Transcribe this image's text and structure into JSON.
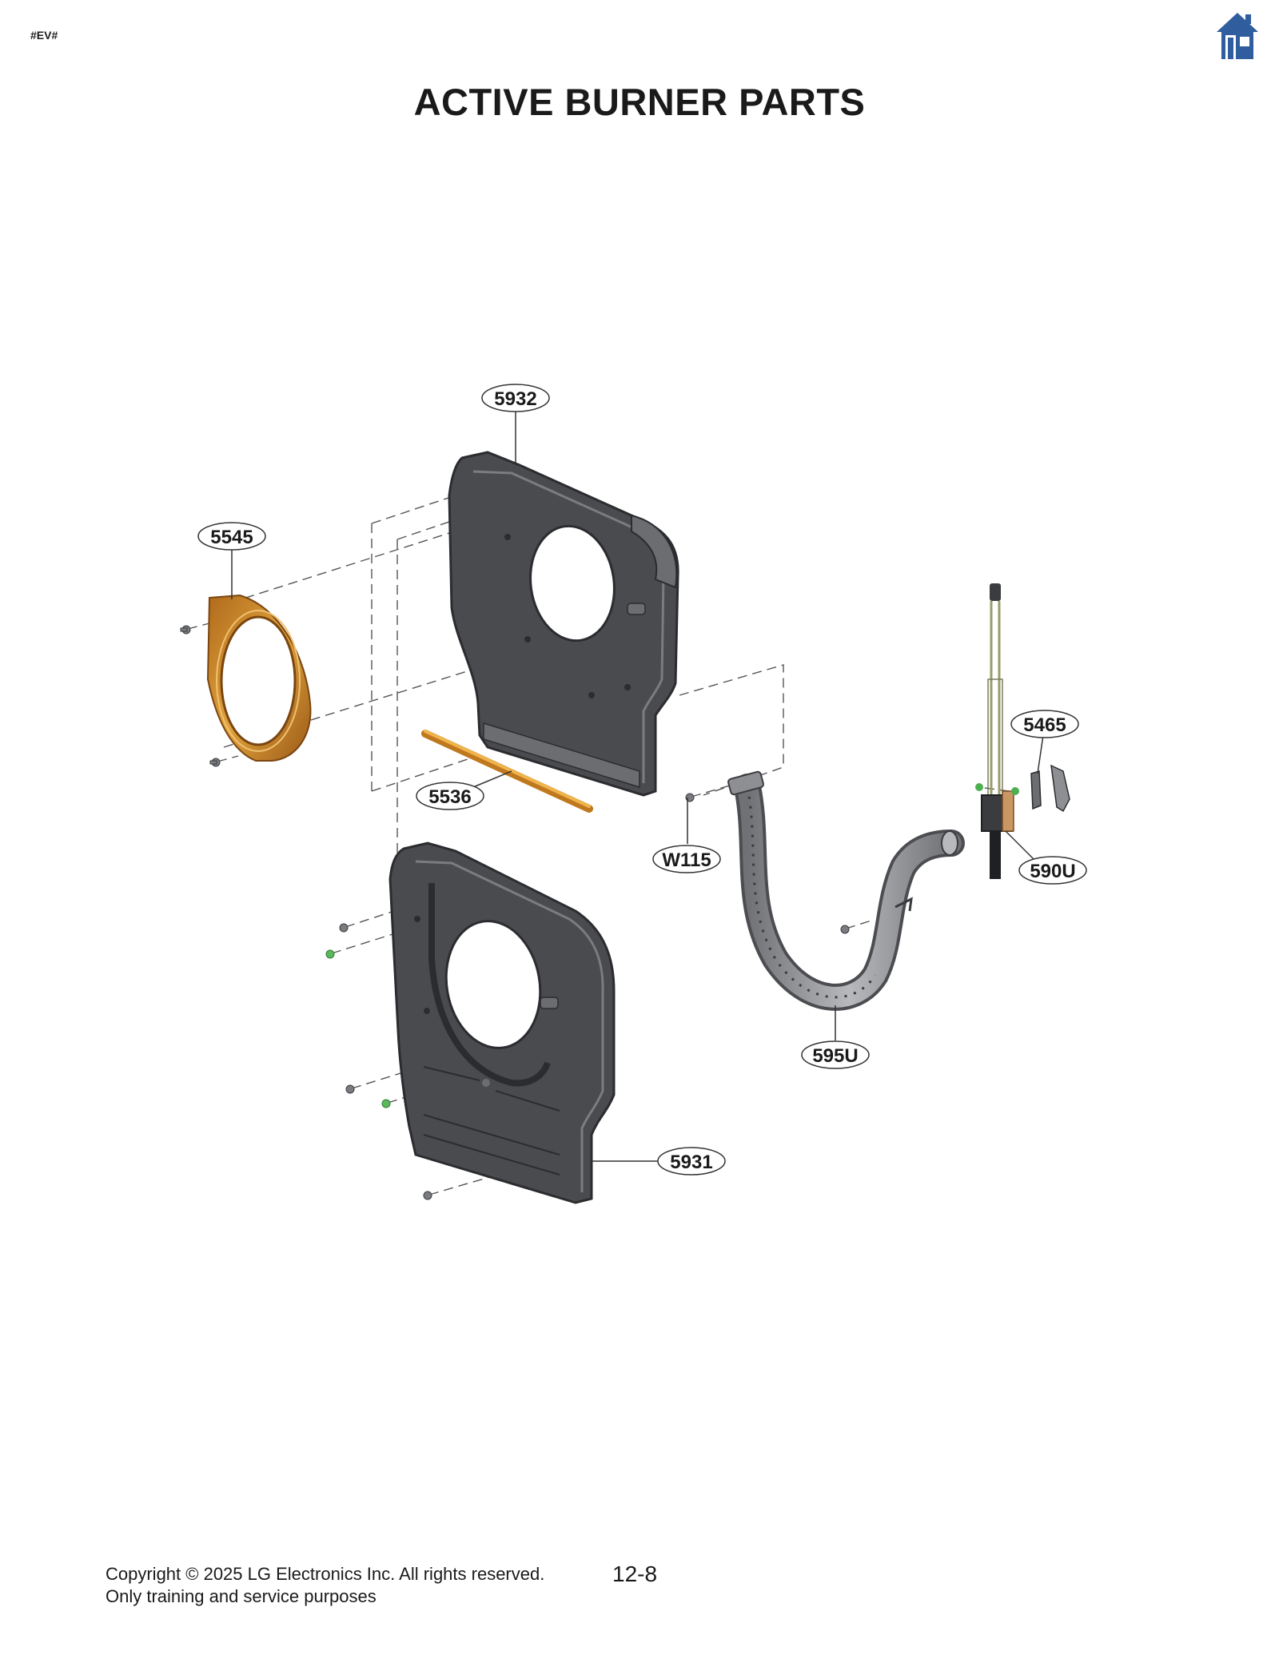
{
  "header": {
    "doc_code": "#EV#",
    "title": "ACTIVE BURNER PARTS",
    "home_icon": "home-icon"
  },
  "colors": {
    "panel": "#4a4b4f",
    "panel_edge": "#2b2c2f",
    "ring": "#c98a2c",
    "rod": "#e3a23a",
    "tube": "#8d8f93",
    "home": "#2f5d9e"
  },
  "parts": [
    {
      "id": "5932",
      "label": "5932"
    },
    {
      "id": "5545",
      "label": "5545"
    },
    {
      "id": "5536",
      "label": "5536"
    },
    {
      "id": "5465",
      "label": "5465"
    },
    {
      "id": "W115",
      "label": "W115"
    },
    {
      "id": "590U",
      "label": "590U"
    },
    {
      "id": "595U",
      "label": "595U"
    },
    {
      "id": "5931",
      "label": "5931"
    }
  ],
  "footer": {
    "copyright_line1": "Copyright © 2025 LG Electronics Inc. All rights reserved.",
    "copyright_line2": "Only training and service purposes",
    "page_number": "12-8"
  }
}
